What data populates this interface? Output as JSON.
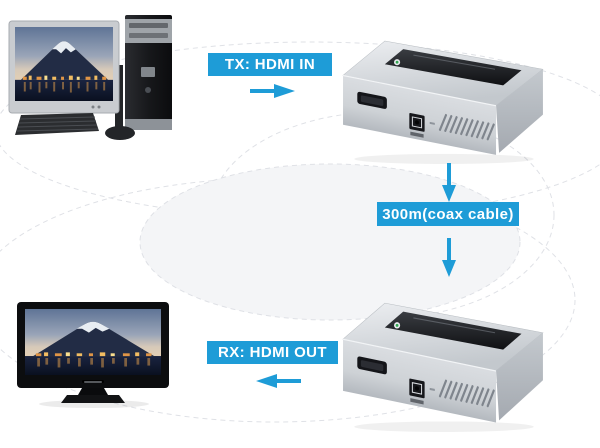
{
  "diagram": {
    "description": "HDMI over coax extender connection diagram"
  },
  "labels": {
    "tx": "TX: HDMI IN",
    "cable": "300m(coax cable)",
    "rx": "RX: HDMI OUT"
  },
  "devices": {
    "source": "desktop-computer",
    "transmitter": "hdmi-extender-transmitter-box",
    "receiver": "hdmi-extender-receiver-box",
    "display": "flat-screen-tv"
  },
  "icons": [
    "arrow-right-icon",
    "arrow-down-icon",
    "arrow-left-icon",
    "hdmi-port-icon",
    "power-jack-icon",
    "vent-slots"
  ],
  "colors": {
    "accent": "#1e9cd7",
    "label_text": "#ffffff",
    "background": "#ffffff",
    "ellipse_fill": "#f4f5f7",
    "ellipse_stroke": "#dfe1e6",
    "device_silver": "#d3d7db"
  }
}
